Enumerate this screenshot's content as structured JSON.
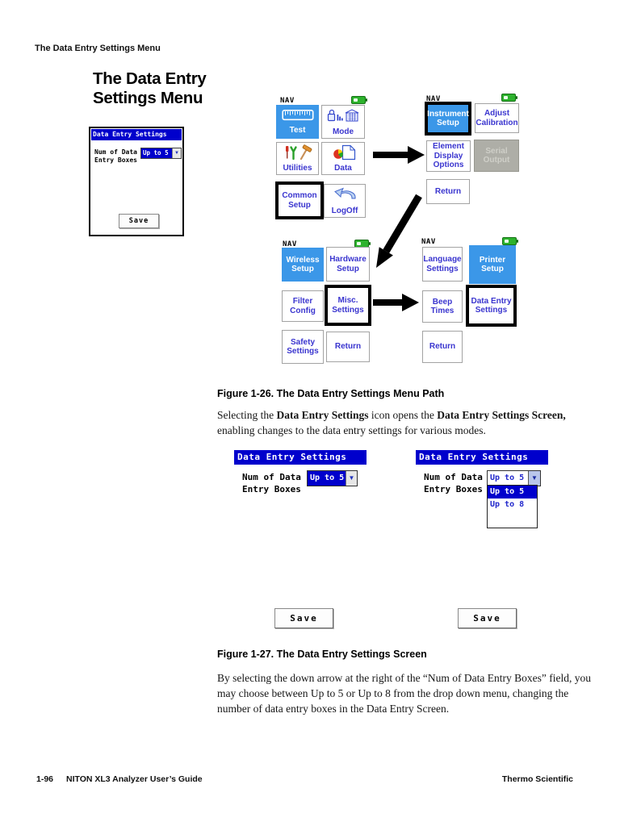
{
  "running_header": "The Data Entry Settings Menu",
  "heading": {
    "line1": "The Data Entry",
    "line2": "Settings Menu"
  },
  "glyphs": {
    "down_arrow": "▼"
  },
  "colors": {
    "title_bar_blue": "#0000cc",
    "selected_button_blue": "#3b97e8",
    "button_text_blue": "#3a35cf",
    "disabled_button_bg": "#aeaea7",
    "disabled_button_text": "#cfcfc8",
    "highlight_border": "#000000",
    "battery_green": "#2db22d"
  },
  "small_screen": {
    "title": "Data Entry Settings",
    "label_line1": "Num of Data",
    "label_line2": "Entry Boxes",
    "dropdown_value": "Up to 5",
    "save_label": "Save"
  },
  "nav_label": "NAV",
  "screens": {
    "main": {
      "buttons": {
        "test": {
          "label": "Test",
          "state": "selected",
          "icon": "ruler-icon"
        },
        "mode": {
          "label": "Mode",
          "icon": "lock-chart-building-icons"
        },
        "utilities": {
          "label": "Utilities",
          "icon": "tools-icon"
        },
        "data": {
          "label": "Data",
          "icon": "document-pie-icon"
        },
        "common_setup": {
          "label": "Common Setup",
          "state": "highlighted"
        },
        "logoff": {
          "label": "LogOff",
          "icon": "back-arrow-icon"
        }
      }
    },
    "instrument_setup": {
      "buttons": {
        "instrument_setup": {
          "label": "Instrument Setup",
          "state": "selected-highlighted"
        },
        "adjust_calibration": {
          "label": "Adjust Calibration"
        },
        "element_display_options": {
          "label": "Element Display Options"
        },
        "serial_output": {
          "label": "Serial Output",
          "state": "disabled"
        },
        "return": {
          "label": "Return"
        }
      }
    },
    "common_setup": {
      "buttons": {
        "wireless_setup": {
          "label": "Wireless Setup",
          "state": "selected"
        },
        "hardware_setup": {
          "label": "Hardware Setup"
        },
        "filter_config": {
          "label": "Filter Config"
        },
        "misc_settings": {
          "label": "Misc. Settings",
          "state": "highlighted"
        },
        "safety_settings": {
          "label": "Safety Settings"
        },
        "return": {
          "label": "Return"
        }
      }
    },
    "misc_settings": {
      "buttons": {
        "language_settings": {
          "label": "Language Settings"
        },
        "printer_setup": {
          "label": "Printer Setup",
          "state": "selected"
        },
        "beep_times": {
          "label": "Beep Times"
        },
        "data_entry_settings": {
          "label": "Data Entry Settings",
          "state": "highlighted"
        },
        "return": {
          "label": "Return"
        }
      }
    }
  },
  "figure_1_26_caption": "Figure 1-26. The Data Entry Settings Menu Path",
  "para1": {
    "t1": "Selecting the ",
    "b1": "Data Entry Settings",
    "t2": " icon opens the ",
    "b2": "Data Entry Settings Screen,",
    "t3": " enabling changes to the data entry settings for various modes."
  },
  "screen_closed": {
    "title": "Data Entry Settings",
    "label_line1": "Num of Data",
    "label_line2": "Entry Boxes",
    "dropdown_value": "Up to 5",
    "save_label": "Save"
  },
  "screen_open": {
    "title": "Data Entry Settings",
    "label_line1": "Num of Data",
    "label_line2": "Entry Boxes",
    "dropdown_value": "Up to 5",
    "selected_option": "Up to 5",
    "options": [
      "Up to 5",
      "Up to 8"
    ],
    "save_label": "Save"
  },
  "figure_1_27_caption": "Figure 1-27. The Data Entry Settings Screen",
  "para2": "By selecting the down arrow at the right of the “Num of Data Entry Boxes” field, you may choose between Up to 5 or Up to 8 from the drop down menu, changing the number of data entry boxes in the Data Entry Screen.",
  "footer": {
    "page_number": "1-96",
    "book_title": "NITON XL3 Analyzer User’s Guide",
    "publisher": "Thermo Scientific"
  }
}
